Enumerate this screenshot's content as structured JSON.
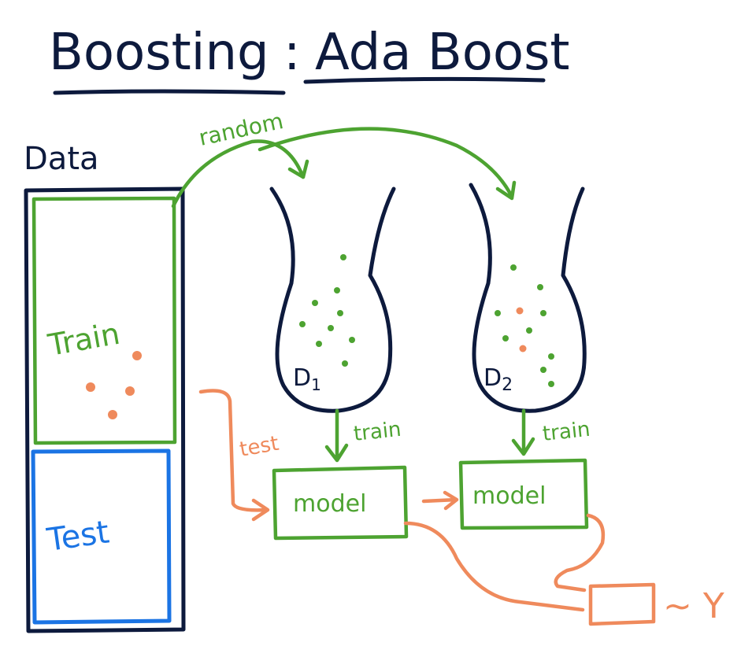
{
  "title": {
    "left": "Boosting",
    "separator": ":",
    "right": "Ada Boost"
  },
  "data_label": "Data",
  "train_label": "Train",
  "test_label": "Test",
  "random_label": "random",
  "test_arrow_label": "test",
  "datasets": [
    {
      "label": "D",
      "subscript": "1",
      "train_label": "train",
      "model_label": "model"
    },
    {
      "label": "D",
      "subscript": "2",
      "train_label": "train",
      "model_label": "model"
    }
  ],
  "output_label": "~ Y",
  "colors": {
    "ink": "#0d1a3d",
    "green": "#4da331",
    "orange": "#ef8a5c",
    "blue": "#1b74e4"
  }
}
